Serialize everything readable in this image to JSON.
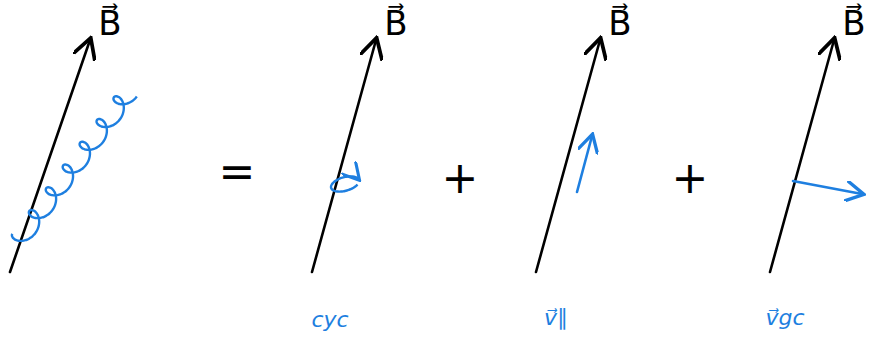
{
  "diagram": {
    "labels": [
      "B⃗",
      "B⃗",
      "B⃗",
      "B⃗",
      "=",
      "+",
      "+",
      "cyc",
      "v⃗∥",
      "v⃗gc"
    ]
  }
}
